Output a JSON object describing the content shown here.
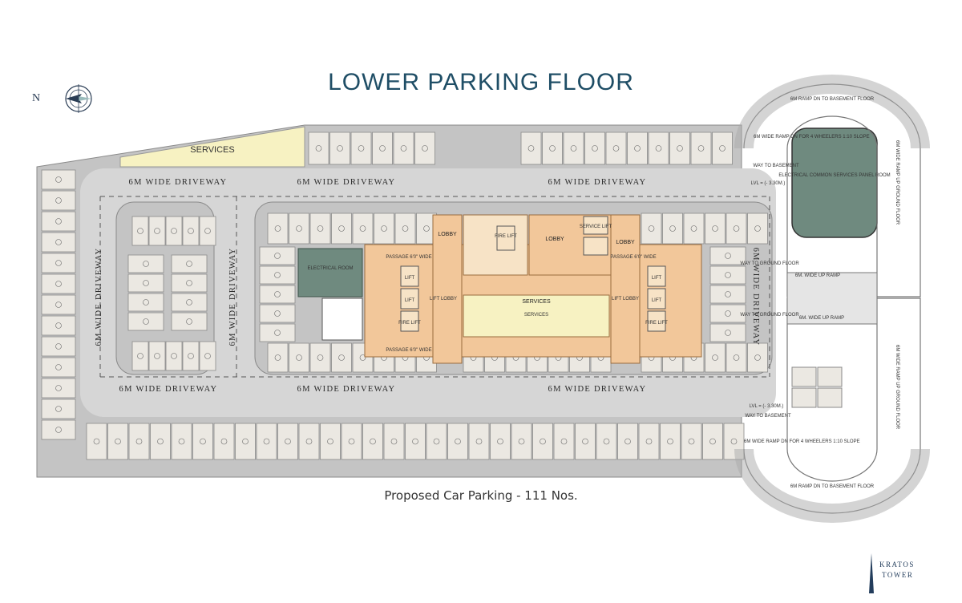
{
  "title": "LOWER PARKING FLOOR",
  "caption": "Proposed Car Parking - 111 Nos.",
  "compass": {
    "letter": "N",
    "icon": "compass-icon"
  },
  "logo": {
    "name": "KRATOS",
    "sub": "TOWER",
    "icon": "tower-icon"
  },
  "colors": {
    "slab": "#c9c9c9",
    "driveway": "#d4d4d4",
    "bay": "#ebe8e2",
    "core": "#f2c79a",
    "services": "#f7f2c2",
    "electrical": "#6f8a7f",
    "title": "#1f4e66"
  },
  "labels": {
    "services_top": "SERVICES",
    "driveway": "6M WIDE DRIVEWAY",
    "electrical_room": "ELECTRICAL ROOM",
    "electrical_panel": "ELECTRICAL COMMON SERVICES PANEL ROOM",
    "way_to_basement": "WAY TO BASEMENT",
    "way_to_ground": "WAY TO GROUND FLOOR",
    "lvl": "LVL = (- 3.30M.)",
    "up_ramp": "6M. WIDE UP RAMP",
    "ramp_dn_top": "6M RAMP DN TO BASEMENT FLOOR",
    "ramp_dn_bottom": "6M RAMP DN TO BASEMENT FLOOR",
    "ramp_up_ground": "6M WIDE RAMP UP GROUND FLOOR",
    "ramp_for_wheelers": "6M WIDE RAMP DN FOR 4 WHEELERS 1:10 SLOPE",
    "lobby": "LOBBY",
    "lift_lobby": "LIFT LOBBY",
    "lift": "LIFT",
    "fire_lift": "FIRE LIFT",
    "service_lift": "SERVICE LIFT",
    "passage": "PASSAGE 6'0\" WIDE",
    "services_center": "SERVICES"
  }
}
